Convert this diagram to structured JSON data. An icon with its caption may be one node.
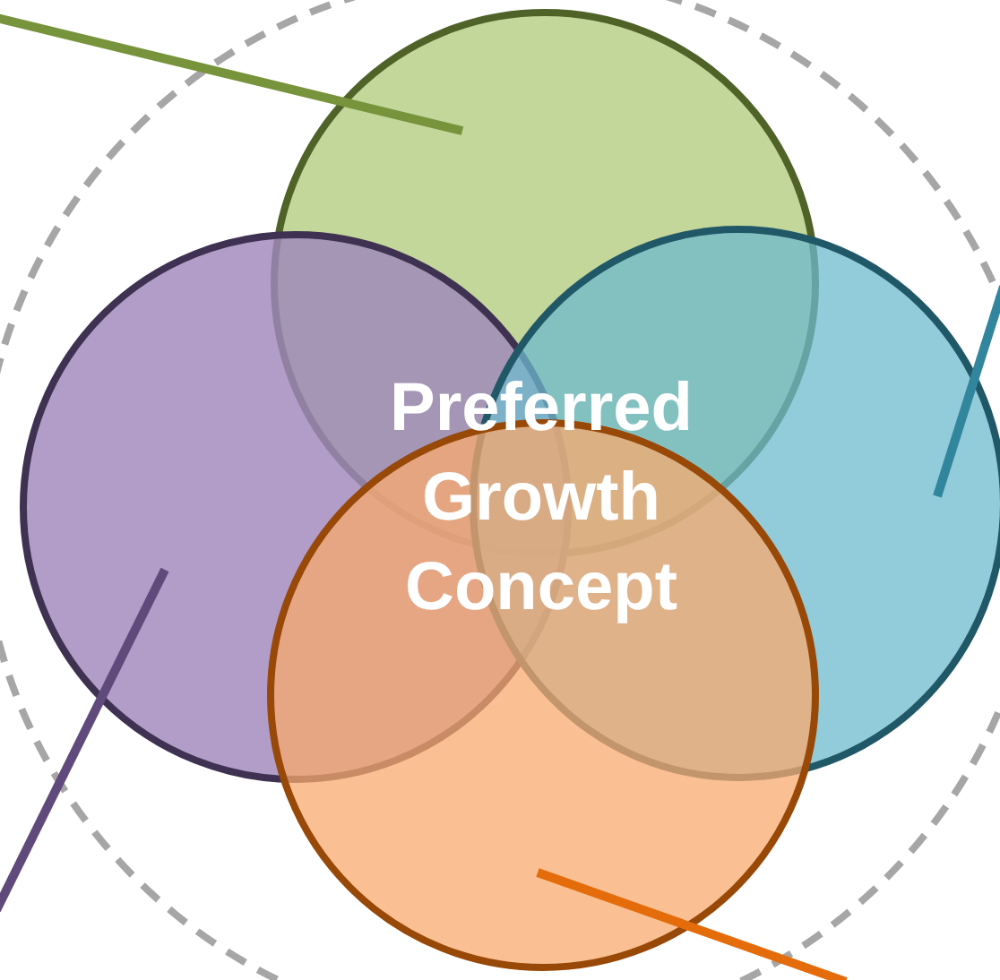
{
  "diagram": {
    "nodes": [
      {
        "text": [],
        "shape": "circle"
      },
      {
        "text": [],
        "shape": "circle",
        "in": 0
      },
      {
        "text": [],
        "shape": "circle",
        "in": 0
      },
      {
        "text": [],
        "shape": "circle",
        "in": 0
      },
      {
        "text": [],
        "shape": "circle",
        "in": 0
      },
      {
        "text": [
          "Preferred Growth Concept"
        ],
        "in": 0
      }
    ],
    "edges": [
      {
        "from": null,
        "to": 1,
        "arrow": "none",
        "color": "#77933c"
      },
      {
        "from": null,
        "to": 2,
        "arrow": "none",
        "color": "#604a7b"
      },
      {
        "from": null,
        "to": 3,
        "arrow": "none",
        "color": "#31859c"
      },
      {
        "from": null,
        "to": 4,
        "arrow": "none",
        "color": "#e46c0a"
      }
    ]
  }
}
